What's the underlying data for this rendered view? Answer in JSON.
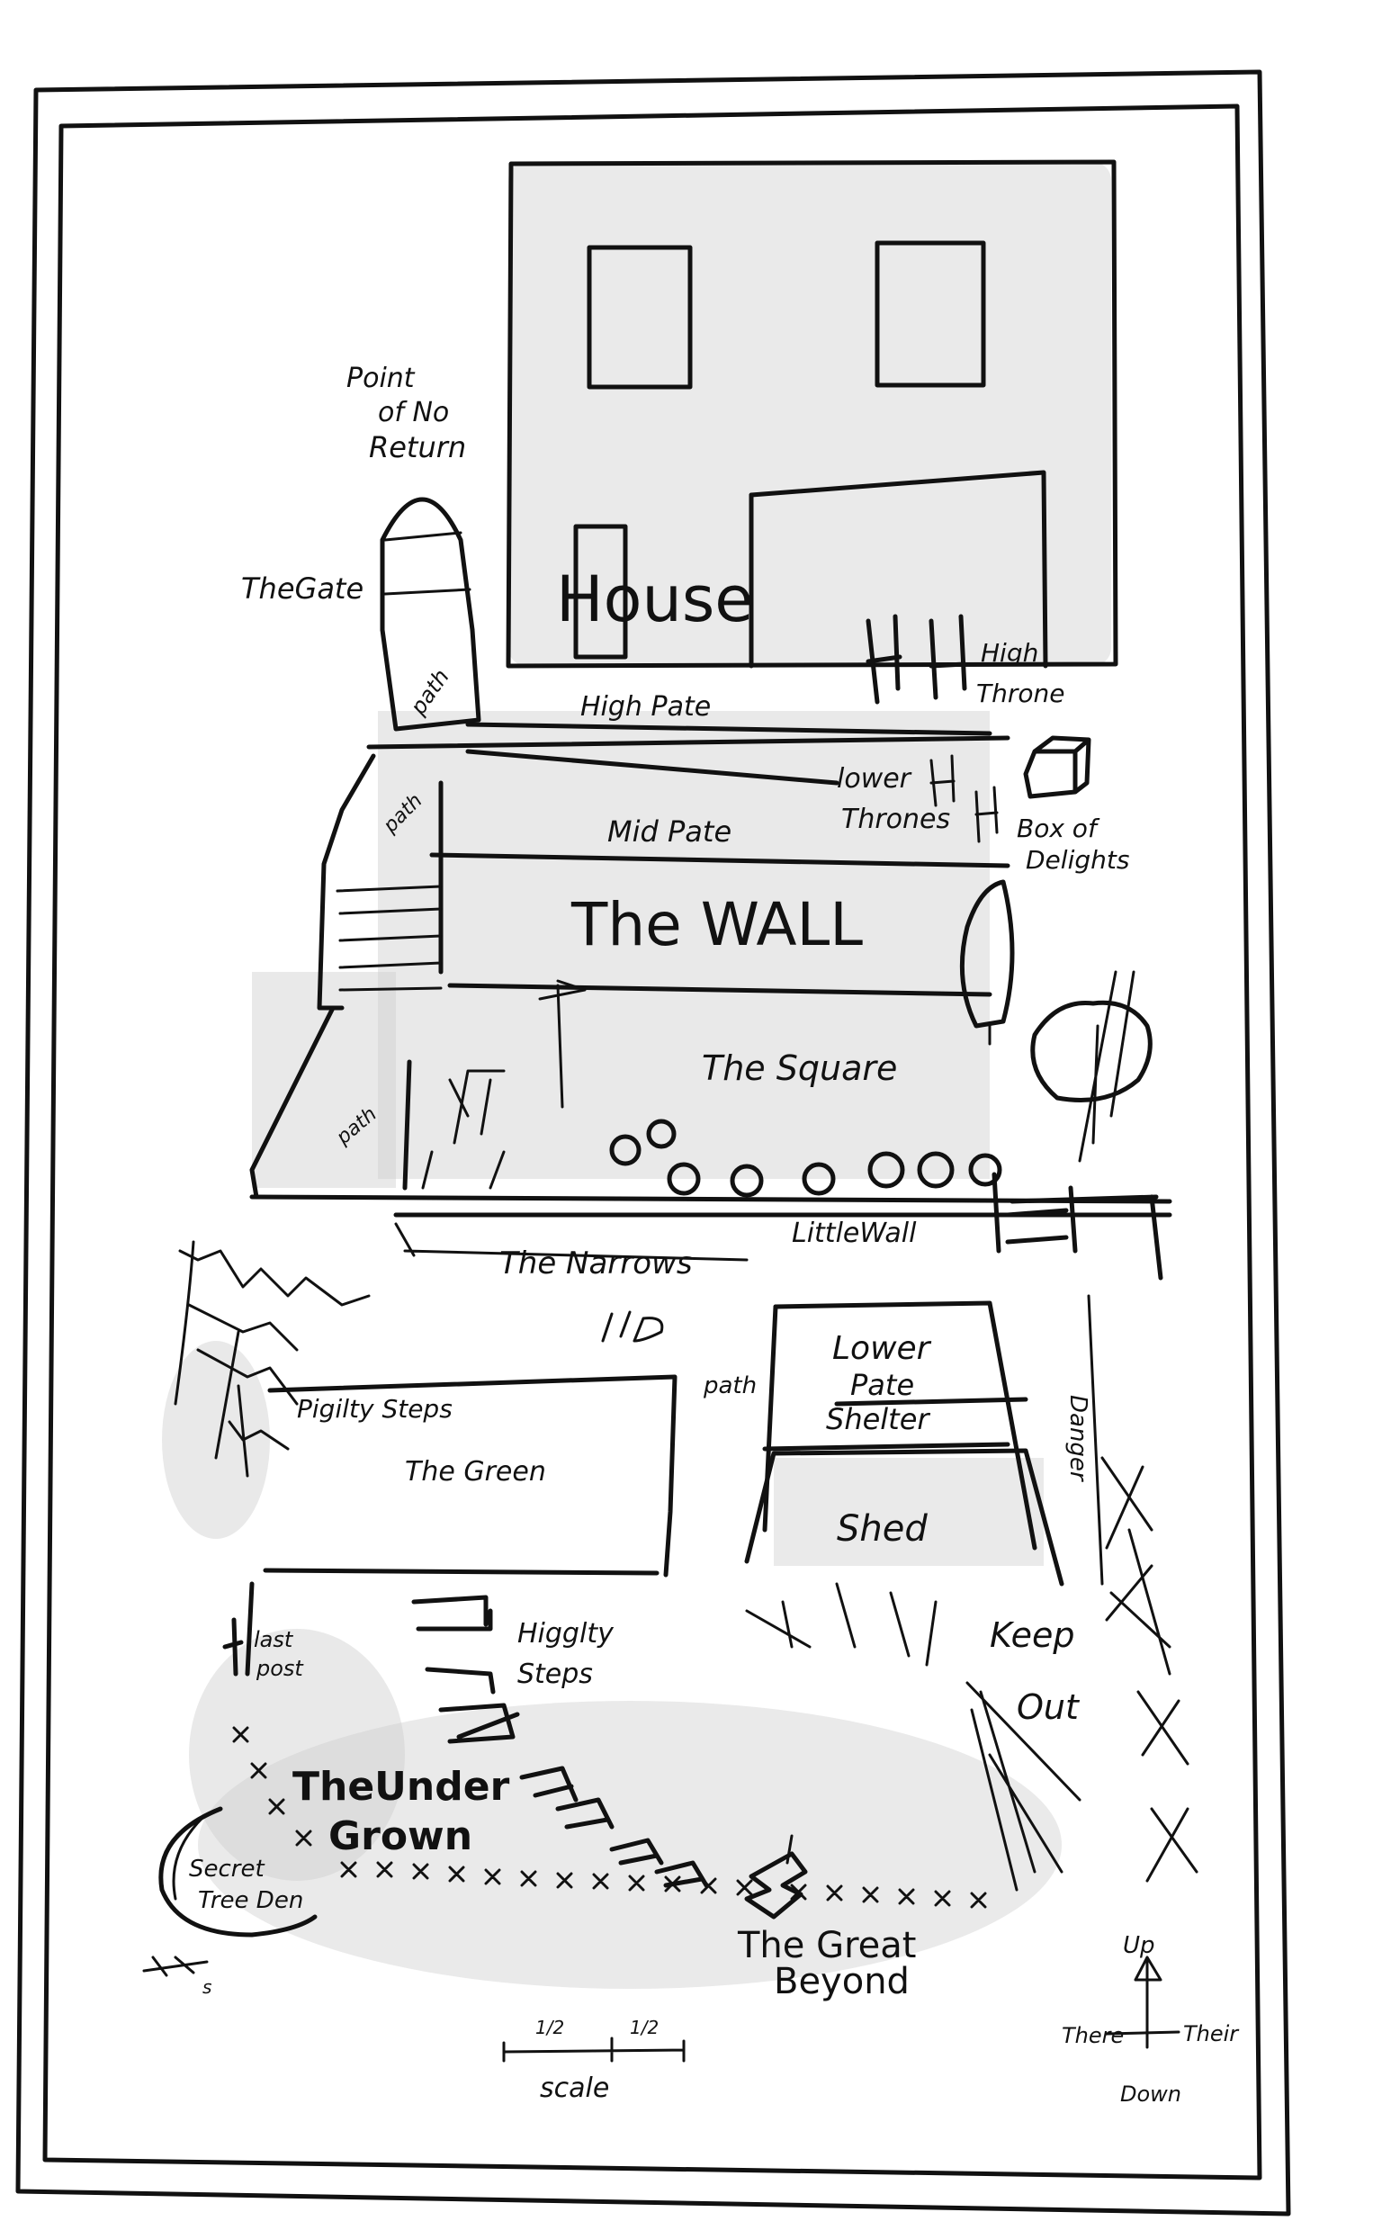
{
  "labels": {
    "point_of_no_return": [
      "Point",
      "of No",
      "Return"
    ],
    "the_gate": "TheGate",
    "house": "House",
    "path_1": "path",
    "path_2": "path",
    "path_3": "path",
    "path_vertical": "path",
    "high_pate": "High Pate",
    "high_throne": [
      "High",
      "Throne"
    ],
    "lower_thrones": [
      "lower",
      "Thrones"
    ],
    "box_of_delights": [
      "Box of",
      "Delights"
    ],
    "mid_pate": "Mid Pate",
    "the_wall": "The WALL",
    "the_square": "The Square",
    "little_wall": "LittleWall",
    "the_narrows": "The Narrows",
    "lower_pate": [
      "Lower",
      "Pate"
    ],
    "shelter": "Shelter",
    "danger": "Danger",
    "pigilty_steps": "Pigilty Steps",
    "the_green": "The Green",
    "shed": "Shed",
    "last_post": [
      "last",
      "post"
    ],
    "higglety_steps": [
      "Higglty",
      "Steps"
    ],
    "keep_out": [
      "Keep",
      "Out"
    ],
    "the_under_grown": [
      "TheUnder",
      "Grown"
    ],
    "secret_tree_den": [
      "Secret",
      "Tree Den"
    ],
    "scale_half_left": "1/2",
    "scale_half_right": "1/2",
    "scale": "scale",
    "compass_up": "Up",
    "compass_left": "There",
    "compass_right": "Their",
    "compass_down": "Down",
    "the_great_beyond": [
      "The Great",
      "Beyond"
    ]
  },
  "colors": {
    "ink": "#111111",
    "paper": "#ffffff",
    "wash": "#d8d8d8"
  }
}
